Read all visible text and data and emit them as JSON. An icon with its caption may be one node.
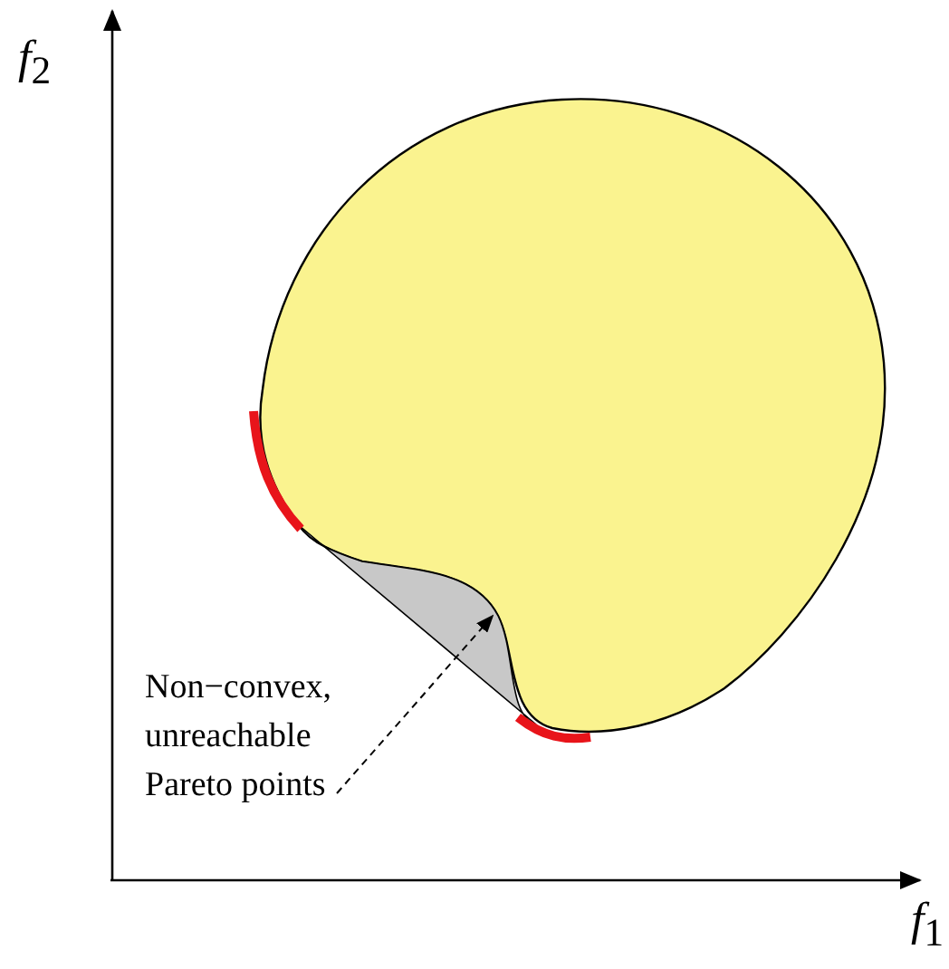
{
  "diagram": {
    "nodes": [
      {
        "text": [
          "Non−convex, unreachable Pareto points"
        ]
      },
      {
        "text": [],
        "shape": "region"
      }
    ],
    "edges": [
      {
        "from": 0,
        "to": 1,
        "arrow": "to",
        "style": "dashed"
      }
    ],
    "labels": [
      "*f*$_{2}$",
      "*f*$_{1}$"
    ]
  }
}
